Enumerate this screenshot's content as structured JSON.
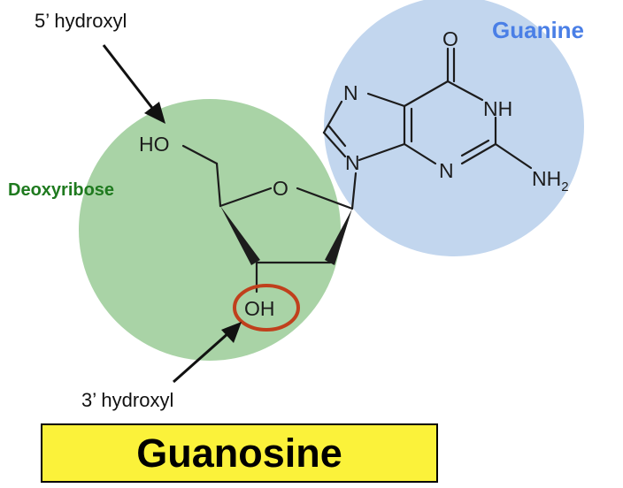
{
  "title": "Guanosine",
  "labels": {
    "base": "Guanine",
    "sugar": "Deoxyribose",
    "hydroxyl_5": "5’ hydroxyl",
    "hydroxyl_3": "3’ hydroxyl"
  },
  "atoms": {
    "ring_oxygen": "O",
    "ho_5": "HO",
    "oh_3": "OH",
    "carbonyl_o": "O",
    "n7": "N",
    "nh": "NH",
    "n9": "N",
    "n3": "N",
    "nh2_main": "NH",
    "nh2_sub": "2"
  },
  "colors": {
    "sugar_circle": "#a9d3a6",
    "base_circle": "#c2d6ee",
    "sugar_label": "#1f7a1f",
    "base_label": "#4a7fe6",
    "highlight_ring": "#c0401c",
    "title_box": "#fbf23a",
    "bond": "#1c1c1c"
  }
}
